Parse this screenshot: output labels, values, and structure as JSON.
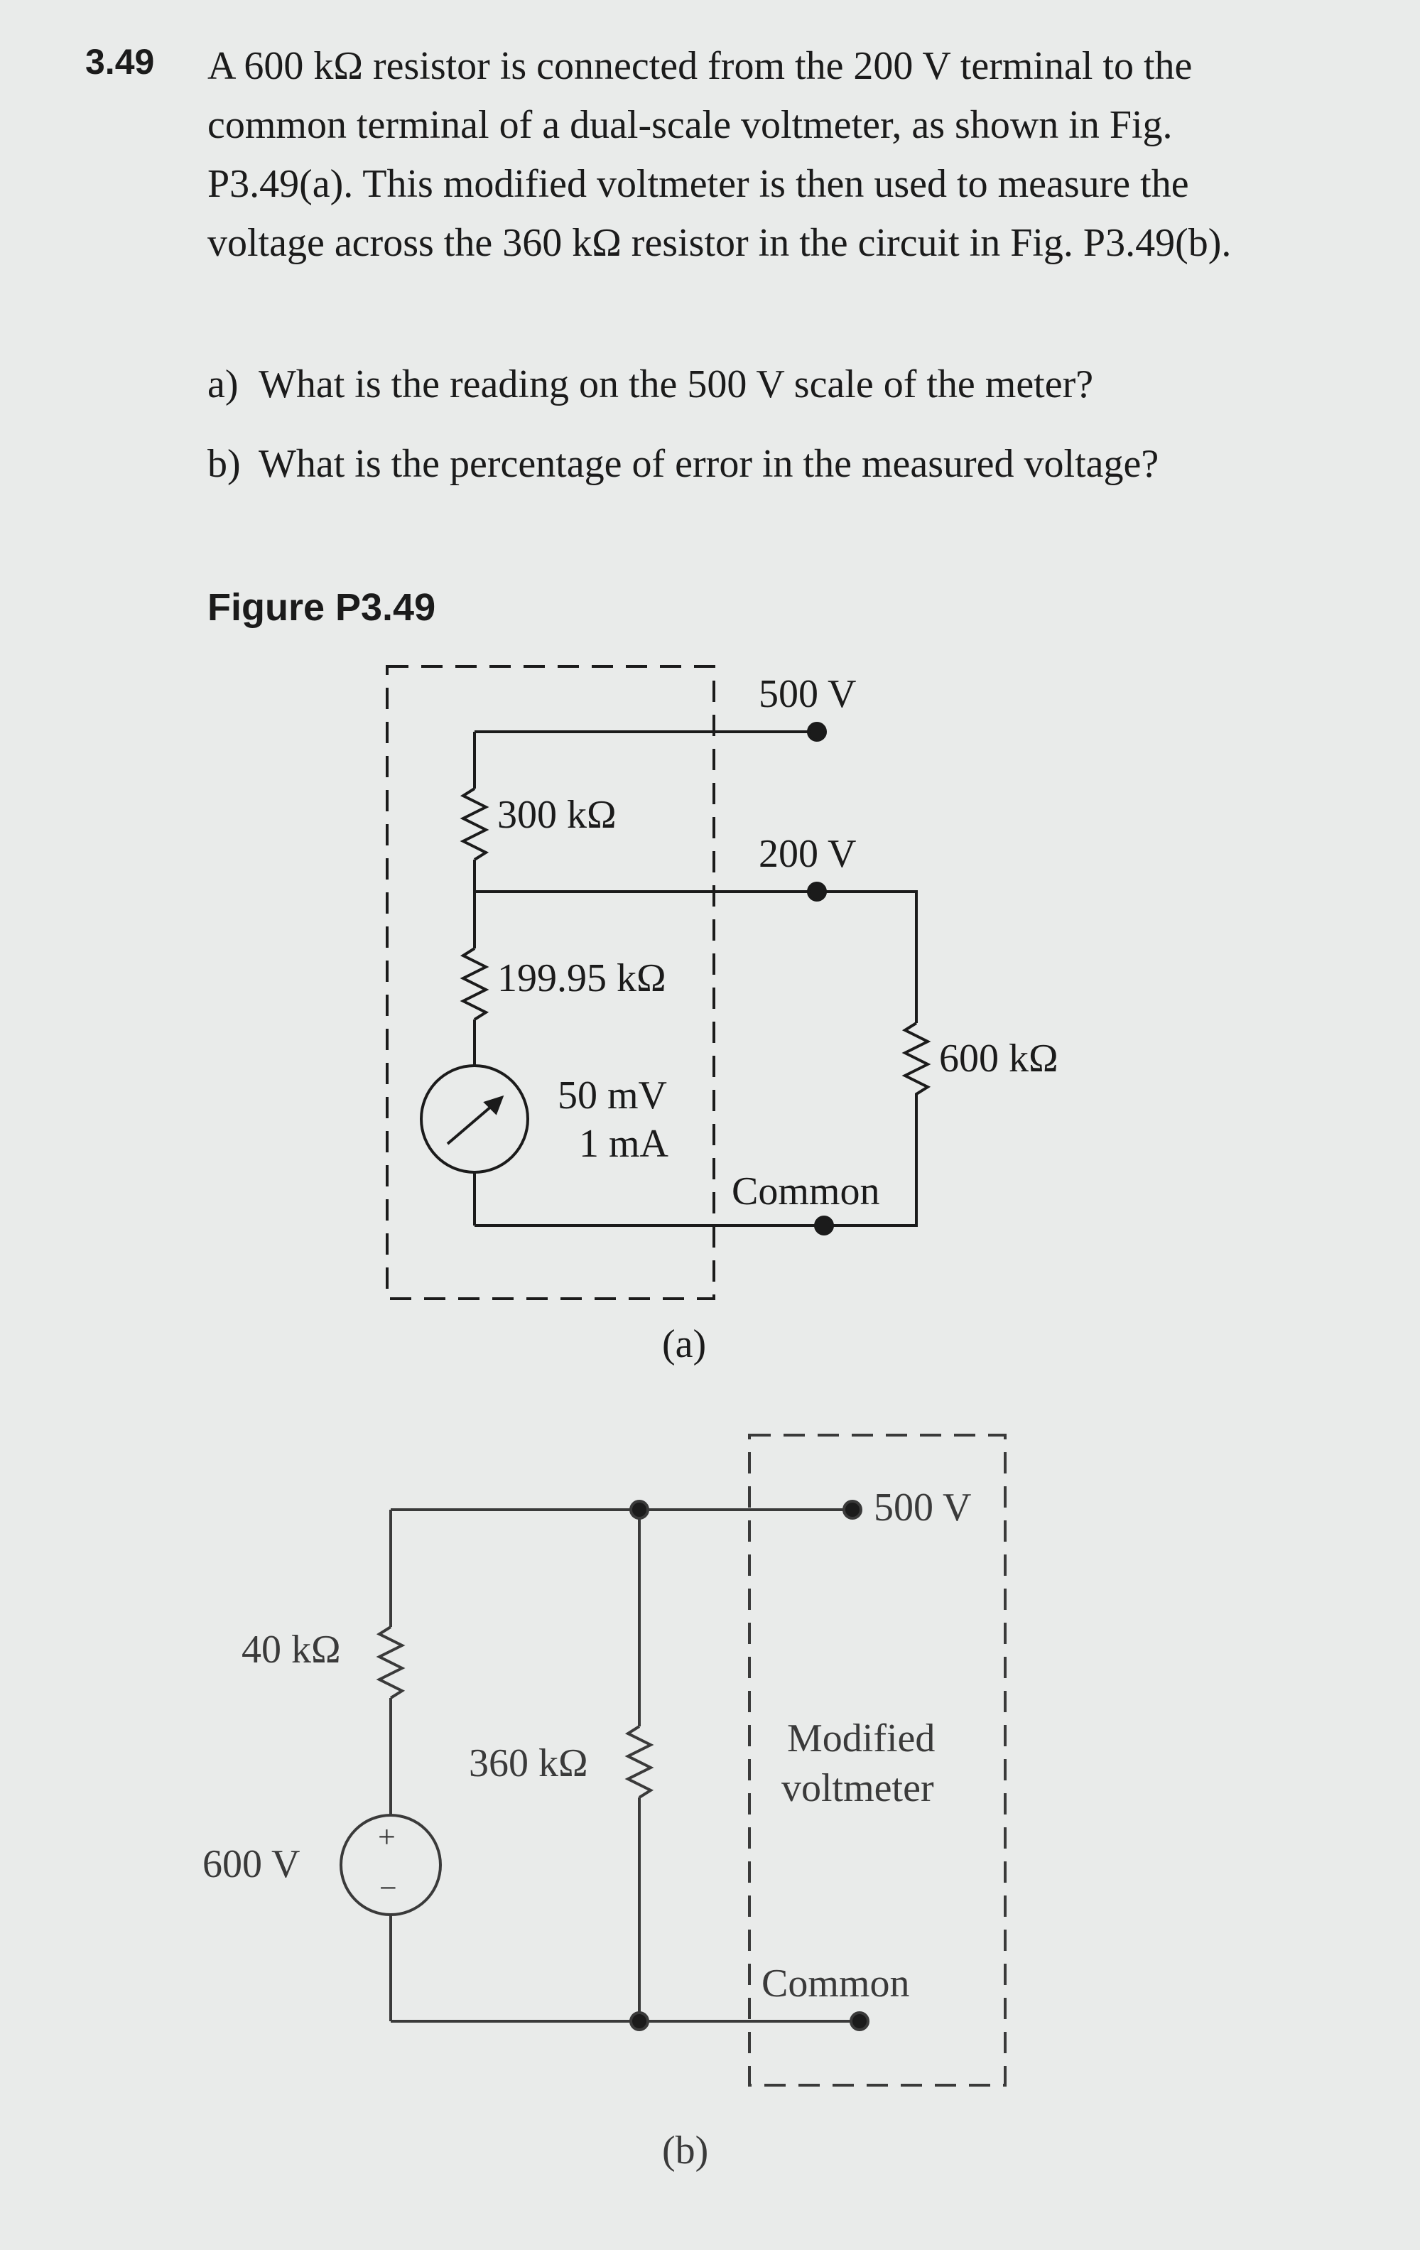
{
  "problem": {
    "number": "3.49",
    "statement": "A 600 kΩ resistor is connected from the 200 V terminal to the common terminal of a dual-scale voltmeter, as shown in Fig. P3.49(a). This modified voltmeter is then used to measure the voltage across the 360 kΩ resistor in the circuit in Fig. P3.49(b).",
    "parts": [
      {
        "tag": "a)",
        "text": "What is the reading on the 500 V scale of the meter?"
      },
      {
        "tag": "b)",
        "text": "What is the percentage of error in the measured voltage?"
      }
    ]
  },
  "figure": {
    "title": "Figure P3.49",
    "a": {
      "caption": "(a)",
      "r1": "300 kΩ",
      "r2": "199.95 kΩ",
      "meter_v": "50 mV",
      "meter_i": "1 mA",
      "t500": "500 V",
      "t200": "200 V",
      "common": "Common",
      "r_ext": "600 kΩ"
    },
    "b": {
      "caption": "(b)",
      "r_series": "40 kΩ",
      "source": "600 V",
      "r_load": "360 kΩ",
      "t500": "500 V",
      "meter_label_1": "Modified",
      "meter_label_2": "voltmeter",
      "common": "Common",
      "plus": "+",
      "minus": "−"
    }
  }
}
